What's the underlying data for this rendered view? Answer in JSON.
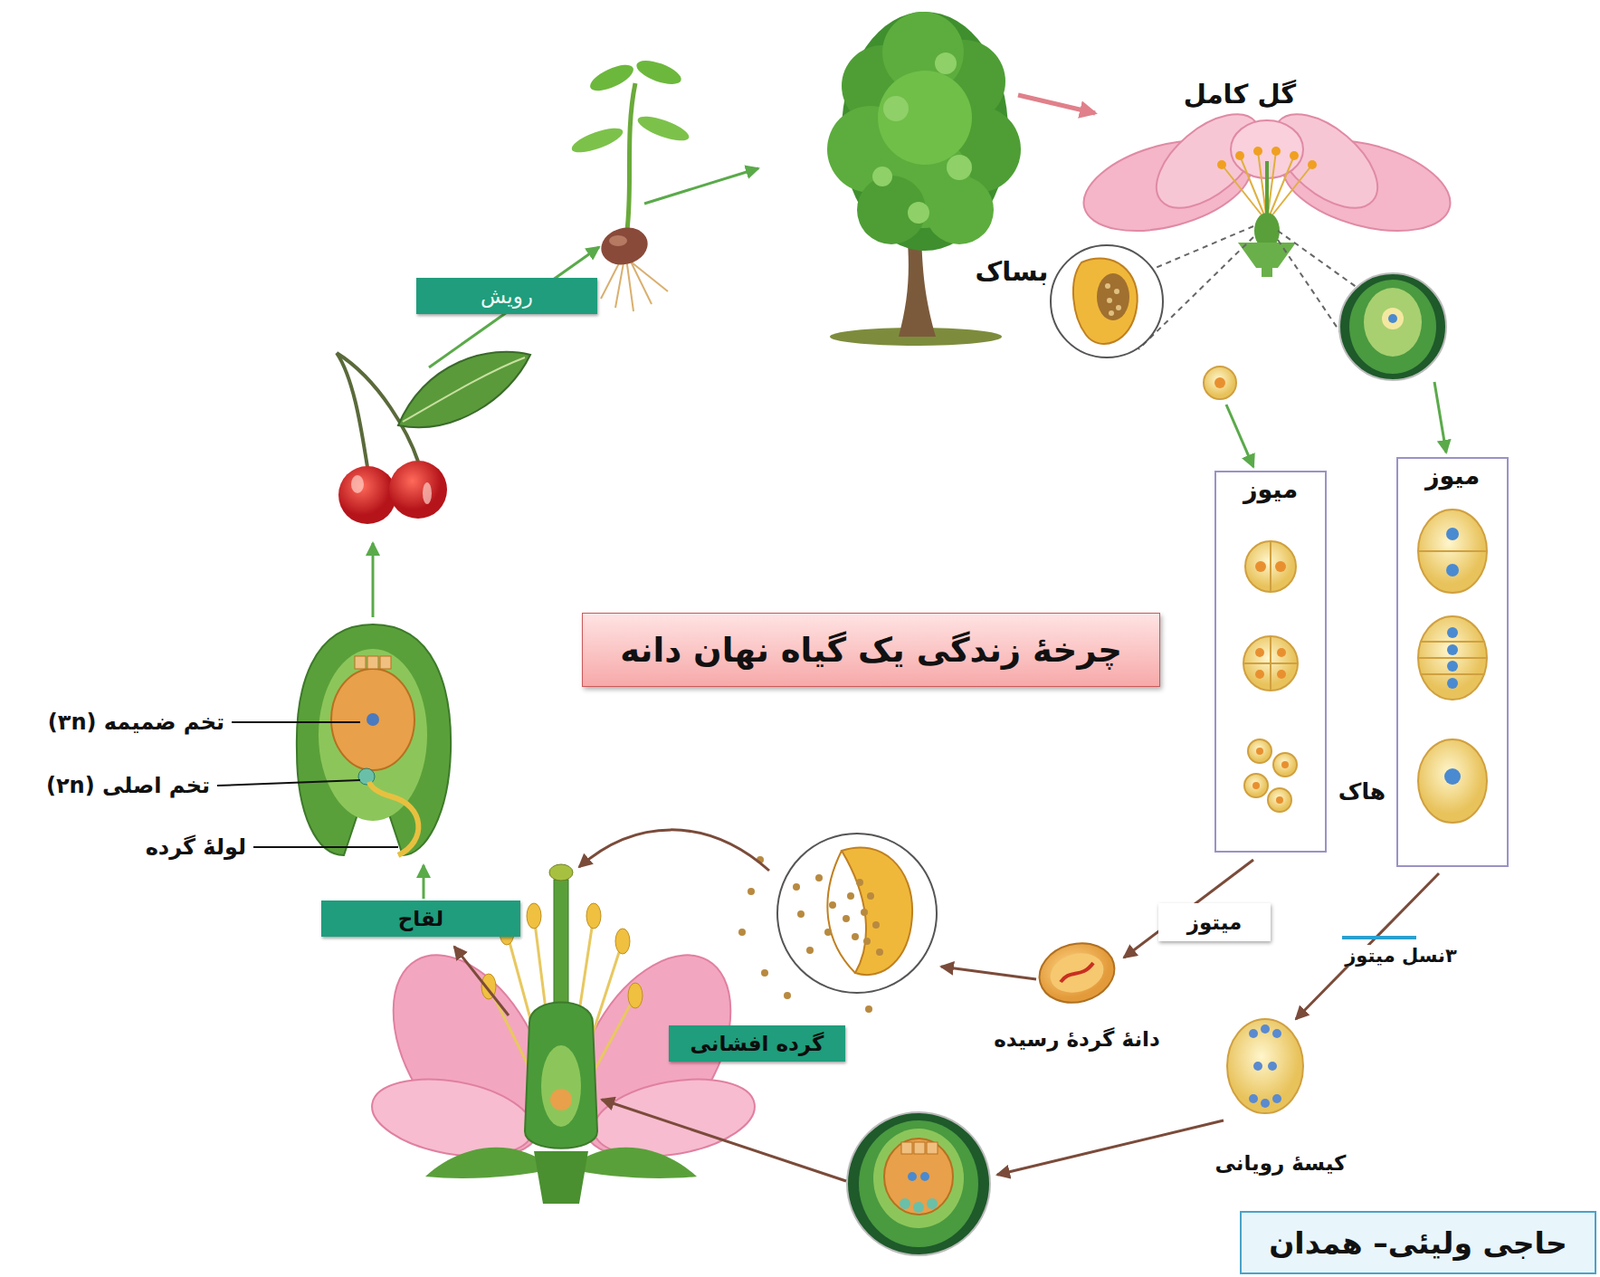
{
  "diagram": {
    "title": "چرخهٔ زندگی یک گیاه نهان دانه",
    "nodes": [
      {
        "text": [
          "رویش"
        ]
      },
      {
        "text": [
          "میوز"
        ]
      },
      {
        "text": [
          "میوز"
        ]
      },
      {
        "text": [
          "میتوز"
        ]
      },
      {
        "text": [
          "لقاح"
        ]
      },
      {
        "text": [
          "گرده افشانی"
        ]
      },
      {
        "text": [
          "حاجی ولیئی– همدان"
        ]
      }
    ],
    "labels": [
      "گل کامل",
      "بساک",
      "هاک",
      "۳نسل میتوز",
      "دانهٔ گردهٔ رسیده",
      "کیسهٔ رویانی",
      "تخم ضمیمه (۳n)",
      "تخم اصلی (۲n)",
      "لولهٔ گرده"
    ]
  }
}
